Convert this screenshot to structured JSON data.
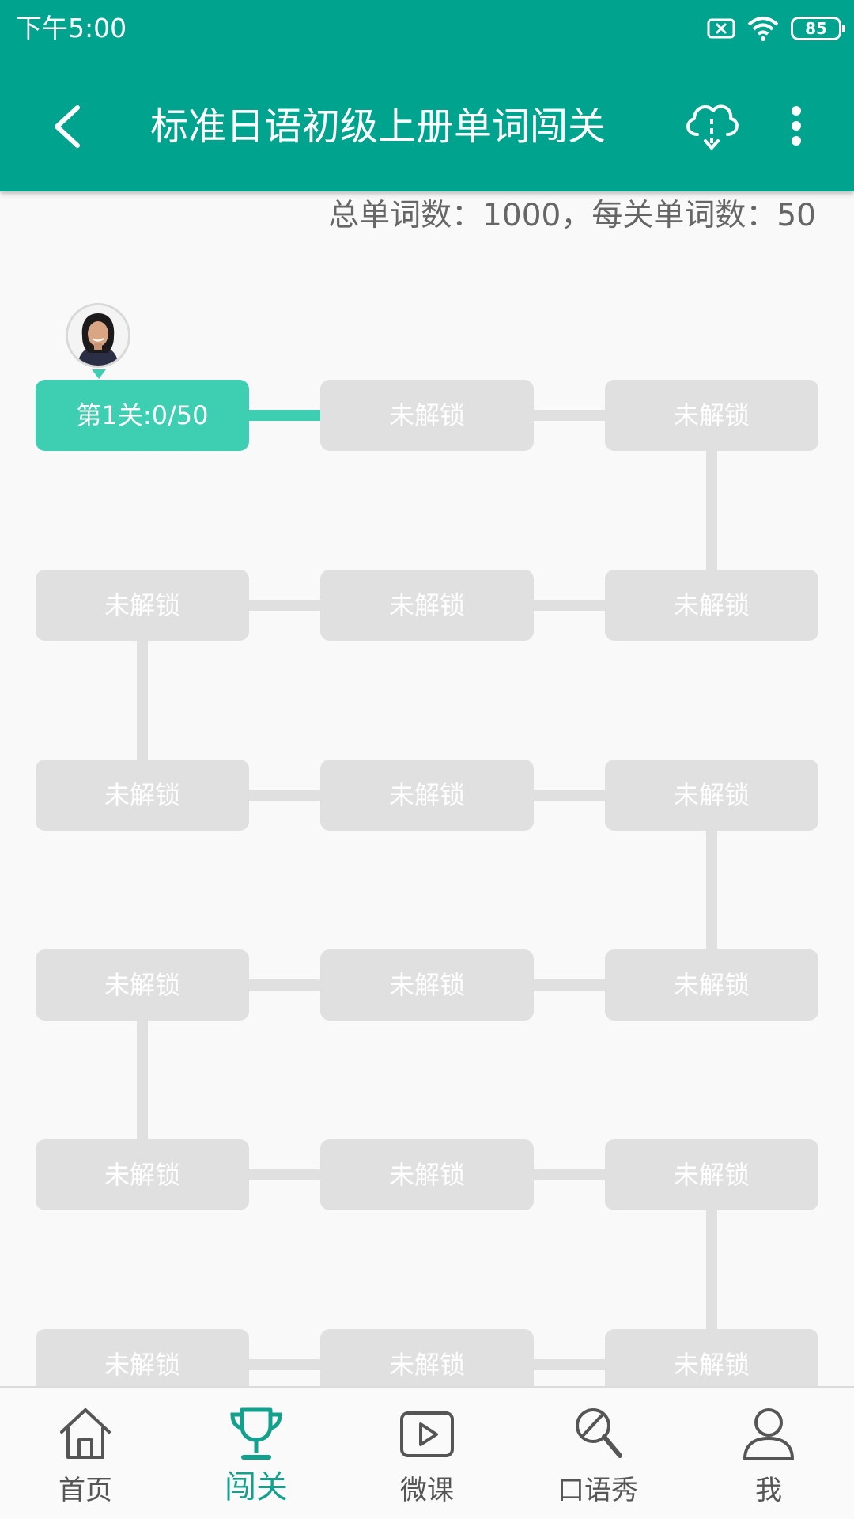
{
  "status_bar": {
    "time": "下午5:00",
    "battery": "85"
  },
  "app_bar": {
    "title": "标准日语初级上册单词闯关"
  },
  "summary": "总单词数：1000，每关单词数：50",
  "levels": [
    "第1关:0/50",
    "未解锁",
    "未解锁",
    "未解锁",
    "未解锁",
    "未解锁",
    "未解锁",
    "未解锁",
    "未解锁",
    "未解锁",
    "未解锁",
    "未解锁",
    "未解锁",
    "未解锁",
    "未解锁",
    "未解锁",
    "未解锁",
    "未解锁"
  ],
  "levels_unlocked": 1,
  "bottom_nav": {
    "items": [
      {
        "label": "首页",
        "icon": "home-icon"
      },
      {
        "label": "闯关",
        "icon": "trophy-icon"
      },
      {
        "label": "微课",
        "icon": "video-play-icon"
      },
      {
        "label": "口语秀",
        "icon": "microphone-icon"
      },
      {
        "label": "我",
        "icon": "person-icon"
      }
    ],
    "active_index": 1
  },
  "colors": {
    "primary": "#00a38d",
    "level_active": "#3ecfb3",
    "level_locked": "#e0e0e0",
    "nav_active": "#12a18c"
  }
}
